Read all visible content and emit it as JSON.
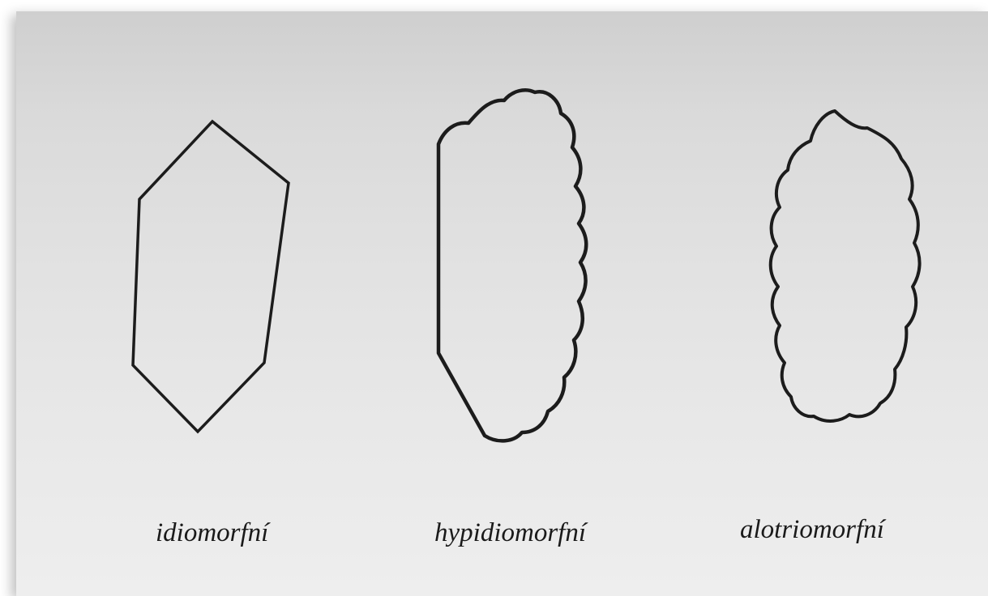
{
  "figure": {
    "shapes": [
      {
        "id": "idiomorphic",
        "label": "idiomorfní"
      },
      {
        "id": "hypidiomorphic",
        "label": "hypidiomorfní"
      },
      {
        "id": "allotriomorphic",
        "label": "alotriomorfní"
      }
    ]
  }
}
